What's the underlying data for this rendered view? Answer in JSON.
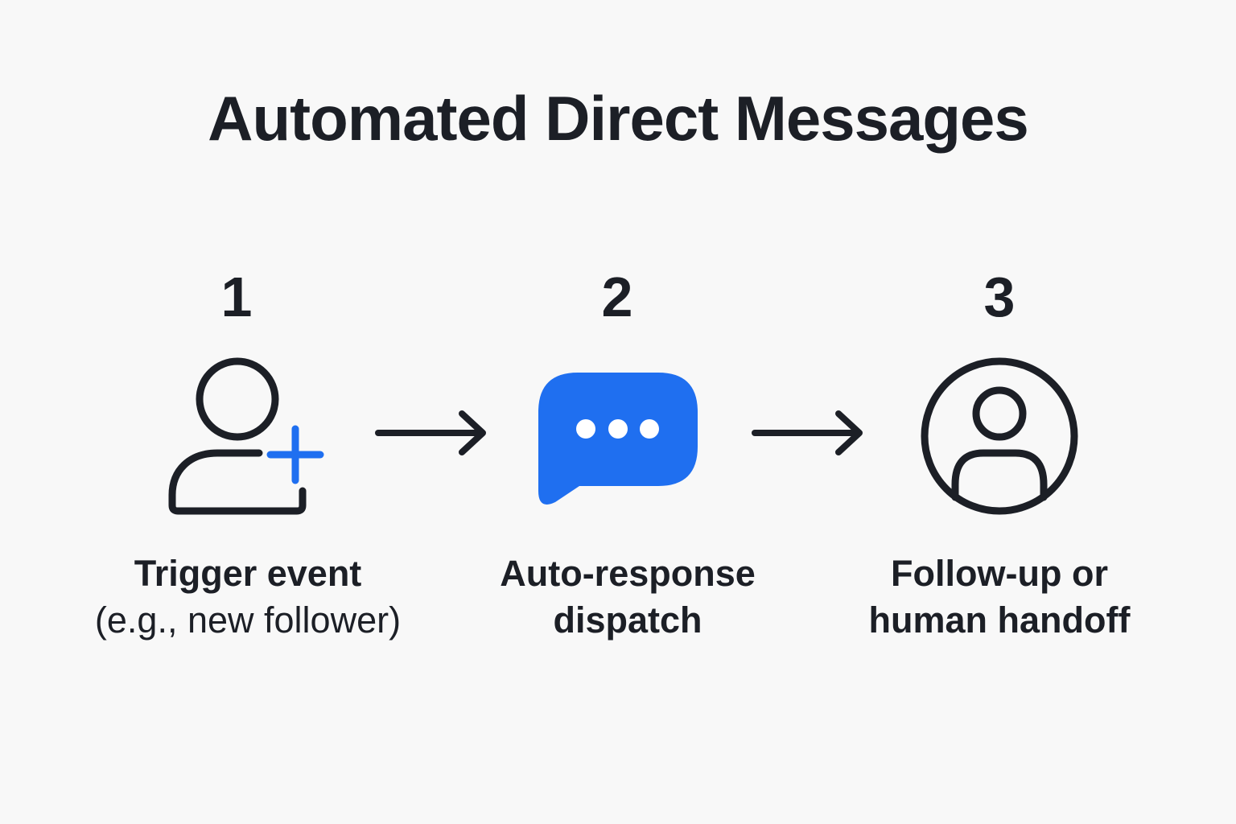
{
  "title": "Automated Direct Messages",
  "colors": {
    "text": "#1c1f26",
    "accent": "#1f6ff0",
    "background": "#f8f8f8"
  },
  "steps": [
    {
      "number": "1",
      "icon": "add-user-icon",
      "caption_line1": "Trigger event",
      "caption_line2": "(e.g., new follower)"
    },
    {
      "number": "2",
      "icon": "chat-bubble-icon",
      "caption_line1": "Auto-response",
      "caption_line2": "dispatch"
    },
    {
      "number": "3",
      "icon": "user-circle-icon",
      "caption_line1": "Follow-up or",
      "caption_line2": "human handoff"
    }
  ]
}
